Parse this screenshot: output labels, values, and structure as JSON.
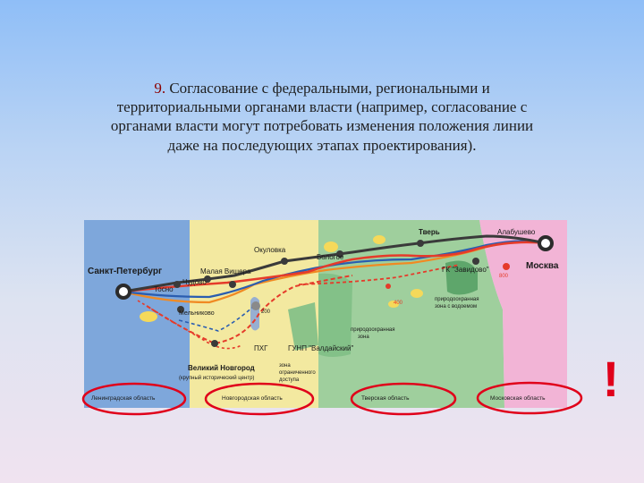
{
  "slide": {
    "number": "9.",
    "text": " Согласование с федеральными, региональными и территориальными органами власти (например, согласование с органами власти могут потребовать изменения положения линии даже на последующих этапах проектирования).",
    "exclamation": "!"
  },
  "map": {
    "cities": {
      "spb": "Санкт-Петербург",
      "moscow": "Москва",
      "tosno": "Тосно",
      "chudovo": "Чудово",
      "malaya_vishera": "Малая Вишера",
      "okulovka": "Окуловка",
      "bologoe": "Бологое",
      "tver": "Тверь",
      "alabushevo": "Алабушево",
      "lyubytino": "Мельниково",
      "veliky_novgorod": "Великий Новгород",
      "veliky_novgorod_note": "(крупный исторический центр)"
    },
    "markers": {
      "pkhg": "ПХГ",
      "gunp": "ГУНП \"Валдайский\"",
      "gk_zavidovo": "ГК \"Завидово\"",
      "zone_restricted_1": "зона",
      "zone_restricted_2": "ограниченного",
      "zone_restricted_3": "доступа",
      "protect_zone_1": "природоохранная",
      "protect_zone_2": "зона",
      "protect_zone_water_1": "природоохранная",
      "protect_zone_water_2": "зона с водоемом",
      "route_200": "200",
      "route_800": "800",
      "route_400": "400"
    },
    "regions": {
      "leningrad": "Ленинградская область",
      "novgorod": "Новгородская область",
      "tver": "Тверская область",
      "moscow": "Московская область"
    },
    "colors": {
      "leningrad_region": "#7ea7db",
      "novgorod_region": "#f3e9a0",
      "tver_region": "#9fcf9d",
      "moscow_region": "#f2b4d6",
      "main_line": "#3a3a3a",
      "route_red": "#e53b2a",
      "route_blue": "#2a5db0",
      "route_orange": "#f08a23",
      "highlight_oval": "#e0001a"
    }
  }
}
